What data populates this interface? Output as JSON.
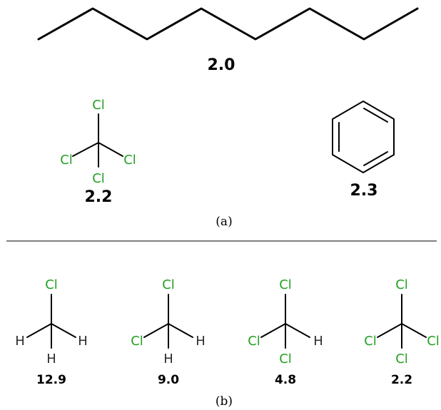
{
  "panel_a": {
    "caption": "(a)",
    "molecules": [
      {
        "name": "octane",
        "value": "2.0"
      },
      {
        "name": "carbon tetrachloride",
        "value": "2.2",
        "atoms": [
          "Cl",
          "Cl",
          "Cl",
          "Cl"
        ]
      },
      {
        "name": "benzene",
        "value": "2.3"
      }
    ]
  },
  "panel_b": {
    "caption": "(b)",
    "molecules": [
      {
        "name": "chloromethane",
        "value": "12.9",
        "atoms": [
          "Cl",
          "H",
          "H",
          "H"
        ]
      },
      {
        "name": "dichloromethane",
        "value": "9.0",
        "atoms": [
          "Cl",
          "Cl",
          "H",
          "H"
        ]
      },
      {
        "name": "chloroform",
        "value": "4.8",
        "atoms": [
          "Cl",
          "Cl",
          "H",
          "Cl"
        ]
      },
      {
        "name": "carbon tetrachloride",
        "value": "2.2",
        "atoms": [
          "Cl",
          "Cl",
          "Cl",
          "Cl"
        ]
      }
    ]
  },
  "colors": {
    "chlorine": "#22a022",
    "hydrogen": "#2b2b2b",
    "bond": "#000000"
  }
}
